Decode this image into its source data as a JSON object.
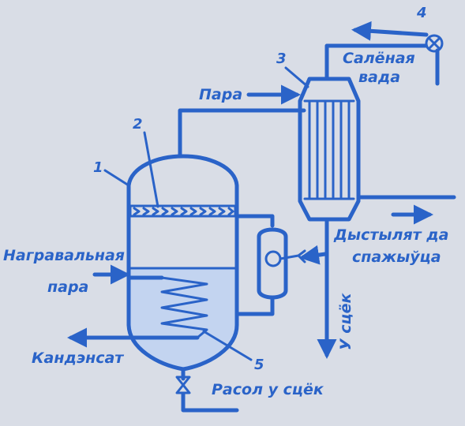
{
  "labels": {
    "n1": "1",
    "n2": "2",
    "n3": "3",
    "n4": "4",
    "n5": "5",
    "salt_water_1": "Салёная",
    "salt_water_2": "вада",
    "steam": "Пара",
    "heating_steam_1": "Награвальная",
    "heating_steam_2": "пара",
    "distillate_1": "Дыстылят да",
    "distillate_2": "спажыўца",
    "to_drain": "У сцёк",
    "condensate": "Кандэнсат",
    "brine": "Расол у сцёк"
  },
  "colors": {
    "ink": "#2a63c8",
    "background": "#d9dde6",
    "liquid": "#c3d4f0"
  }
}
